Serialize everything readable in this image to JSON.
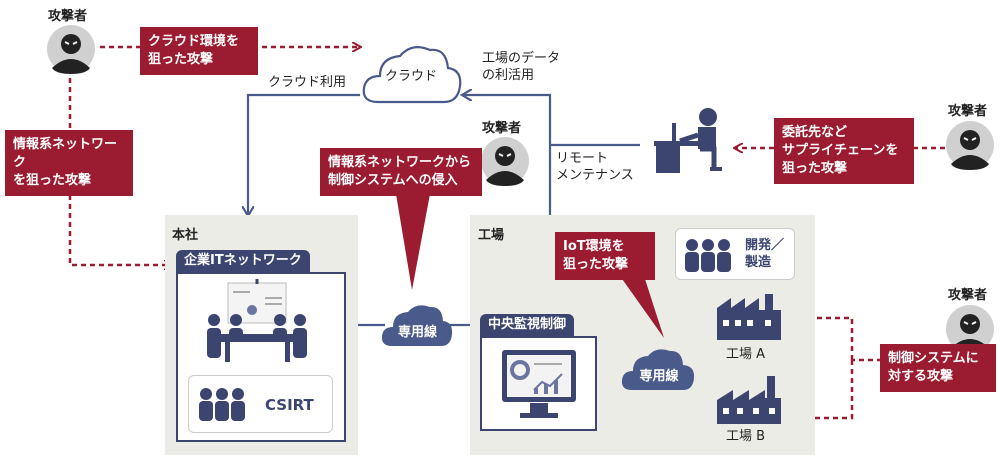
{
  "attackers": {
    "top_left": "攻撃者",
    "center": "攻撃者",
    "right_top": "攻撃者",
    "right_bottom": "攻撃者"
  },
  "threats": {
    "cloud_attack": "クラウド環境を\n狙った攻撃",
    "it_network_attack": "情報系ネットワーク\nを狙った攻撃",
    "intrusion": "情報系ネットワークから\n制御システムへの侵入",
    "supply_chain": "委託先など\nサプライチェーンを\n狙った攻撃",
    "iot_attack": "IoT環境を\n狙った攻撃",
    "control_attack": "制御システムに\n対する攻撃"
  },
  "cloud": {
    "label": "クラウド",
    "use_label": "クラウド利用",
    "factory_data_label": "工場のデータ\nの利活用",
    "remote_label": "リモート\nメンテナンス"
  },
  "hq": {
    "title": "本社",
    "network_title": "企業ITネットワーク",
    "csirt_label": "CSIRT"
  },
  "factory": {
    "title": "工場",
    "dev_label": "開発／\n製造",
    "central_title": "中央監視制御",
    "factory_a": "工場 A",
    "factory_b": "工場 B"
  },
  "lines": {
    "leased_line_1": "専用線",
    "leased_line_2": "専用線"
  },
  "colors": {
    "threat_red": "#9b1b30",
    "navy": "#3c4470",
    "panel_gray": "#ecece6",
    "arrow_blue": "#4a5a8a"
  }
}
